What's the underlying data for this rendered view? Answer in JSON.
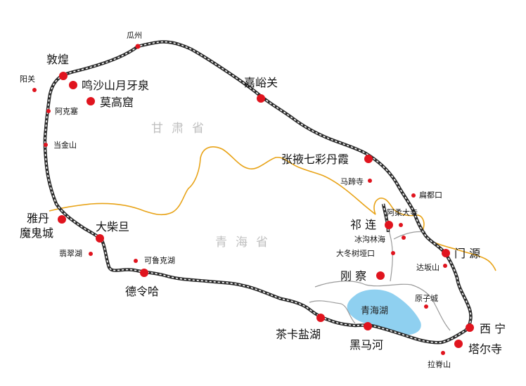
{
  "colors": {
    "road": "#2b2b2b",
    "road_inner": "#ffffff",
    "province_border": "#e8a317",
    "county_border": "#9a9a9a",
    "lake": "#8fd0f0",
    "poi": "#e0141e",
    "province_text": "#bfbfbf"
  },
  "provinces": {
    "gansu": "甘肃省",
    "qinghai": "青海省"
  },
  "lake": {
    "name": "青海湖"
  },
  "places": {
    "guazhou": "瓜州",
    "dunhuang": "敦煌",
    "yangguan": "阳关",
    "mingsha": "鸣沙山月牙泉",
    "mogao": "莫高窟",
    "akesai": "阿克塞",
    "dangjinshan": "当金山",
    "jiayuguan": "嘉峪关",
    "zhangye": "张掖七彩丹霞",
    "matisi": "马蹄寺",
    "biandukou": "扁都口",
    "arousi": "阿柔大寺",
    "qilian": "祁 连",
    "binggou": "冰沟林海",
    "dadongshu": "大冬树垭口",
    "menyuan": "门 源",
    "dabanshan": "达坂山",
    "gangcha": "刚 察",
    "yuanzicheng": "原子城",
    "xining": "西 宁",
    "taersi": "塔尔寺",
    "lajishan": "拉脊山",
    "heimahe": "黑马河",
    "chaka": "茶卡盐湖",
    "delingha": "德令哈",
    "keluke": "可鲁克湖",
    "dachaidan": "大柴旦",
    "feicui": "翡翠湖",
    "yadan_1": "雅丹",
    "yadan_2": "魔鬼城"
  }
}
